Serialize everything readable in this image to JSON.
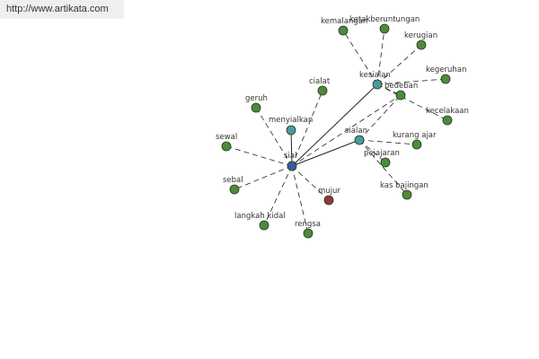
{
  "source_link": "http://www.artikata.com",
  "colors": {
    "center": "#3a5ba0",
    "hub": "#4a9aa5",
    "leaf": "#4e8a3e",
    "highlight": "#9b3535",
    "edge": "#222222"
  },
  "nodes": [
    {
      "id": "sial",
      "label": "sial",
      "kind": "center"
    },
    {
      "id": "kesialan",
      "label": "kesialan",
      "kind": "hub"
    },
    {
      "id": "sialan",
      "label": "sialan",
      "kind": "hub"
    },
    {
      "id": "menyialkan",
      "label": "menyialkan",
      "kind": "hub"
    },
    {
      "id": "mujur",
      "label": "mujur",
      "kind": "highlight"
    },
    {
      "id": "kemalangan",
      "label": "kemalangan",
      "kind": "leaf"
    },
    {
      "id": "ketakberuntungan",
      "label": "ketakberuntungan",
      "kind": "leaf"
    },
    {
      "id": "kerugian",
      "label": "kerugian",
      "kind": "leaf"
    },
    {
      "id": "kegeruhan",
      "label": "kegeruhan",
      "kind": "leaf"
    },
    {
      "id": "kecelakaan",
      "label": "kecelakaan",
      "kind": "leaf"
    },
    {
      "id": "bedeban",
      "label": "bedeban",
      "kind": "leaf"
    },
    {
      "id": "cialat",
      "label": "cialat",
      "kind": "leaf"
    },
    {
      "id": "geruh",
      "label": "geruh",
      "kind": "leaf"
    },
    {
      "id": "sewal",
      "label": "sewal",
      "kind": "leaf"
    },
    {
      "id": "sebal",
      "label": "sebal",
      "kind": "leaf"
    },
    {
      "id": "langkah_kidal",
      "label": "langkah kidal",
      "kind": "leaf"
    },
    {
      "id": "rengsa",
      "label": "rengsa",
      "kind": "leaf"
    },
    {
      "id": "kurang_ajar",
      "label": "kurang ajar",
      "kind": "leaf"
    },
    {
      "id": "pejajaran",
      "label": "pejajaran",
      "kind": "leaf"
    },
    {
      "id": "kas_bajingan",
      "label": "kas bajingan",
      "kind": "leaf"
    }
  ],
  "edges": [
    {
      "from": "sial",
      "to": "kesialan",
      "style": "solid"
    },
    {
      "from": "sial",
      "to": "sialan",
      "style": "solid"
    },
    {
      "from": "sial",
      "to": "menyialkan",
      "style": "solid"
    },
    {
      "from": "sial",
      "to": "geruh",
      "style": "dashed"
    },
    {
      "from": "sial",
      "to": "sewal",
      "style": "dashed"
    },
    {
      "from": "sial",
      "to": "sebal",
      "style": "dashed"
    },
    {
      "from": "sial",
      "to": "langkah_kidal",
      "style": "dashed"
    },
    {
      "from": "sial",
      "to": "rengsa",
      "style": "dashed"
    },
    {
      "from": "sial",
      "to": "mujur",
      "style": "dashed"
    },
    {
      "from": "sial",
      "to": "cialat",
      "style": "dashed"
    },
    {
      "from": "sial",
      "to": "bedeban",
      "style": "dashed"
    },
    {
      "from": "kesialan",
      "to": "kemalangan",
      "style": "dashed"
    },
    {
      "from": "kesialan",
      "to": "ketakberuntungan",
      "style": "dashed"
    },
    {
      "from": "kesialan",
      "to": "kerugian",
      "style": "dashed"
    },
    {
      "from": "kesialan",
      "to": "kegeruhan",
      "style": "dashed"
    },
    {
      "from": "kesialan",
      "to": "kecelakaan",
      "style": "dashed"
    },
    {
      "from": "kesialan",
      "to": "bedeban",
      "style": "dashed"
    },
    {
      "from": "sialan",
      "to": "kurang_ajar",
      "style": "dashed"
    },
    {
      "from": "sialan",
      "to": "pejajaran",
      "style": "dashed"
    },
    {
      "from": "sialan",
      "to": "kas_bajingan",
      "style": "dashed"
    },
    {
      "from": "sialan",
      "to": "bedeban",
      "style": "dashed"
    }
  ]
}
